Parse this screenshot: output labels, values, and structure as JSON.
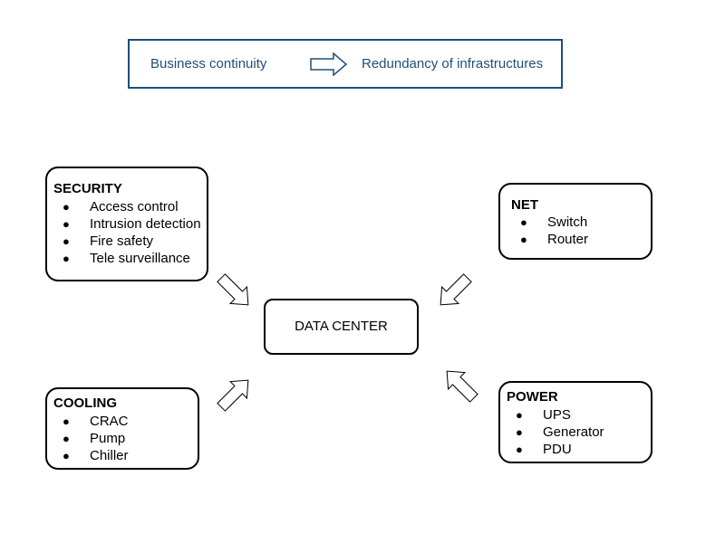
{
  "header": {
    "left_text": "Business continuity",
    "right_text": "Redundancy of infrastructures",
    "arrow_icon": "hollow-right-arrow",
    "border_color": "#1f4e79",
    "text_color": "#1f4e79"
  },
  "center": {
    "label": "DATA CENTER"
  },
  "security": {
    "title": "SECURITY",
    "items": [
      "Access control",
      "Intrusion detection",
      "Fire safety",
      "Tele surveillance"
    ]
  },
  "net": {
    "title": "NET",
    "items": [
      "Switch",
      "Router"
    ]
  },
  "cooling": {
    "title": "COOLING",
    "items": [
      "CRAC",
      "Pump",
      "Chiller"
    ]
  },
  "power": {
    "title": "POWER",
    "items": [
      "UPS",
      "Generator",
      "PDU"
    ]
  },
  "bullet_symbol": "●",
  "connector_icon": "hollow-diagonal-arrow"
}
